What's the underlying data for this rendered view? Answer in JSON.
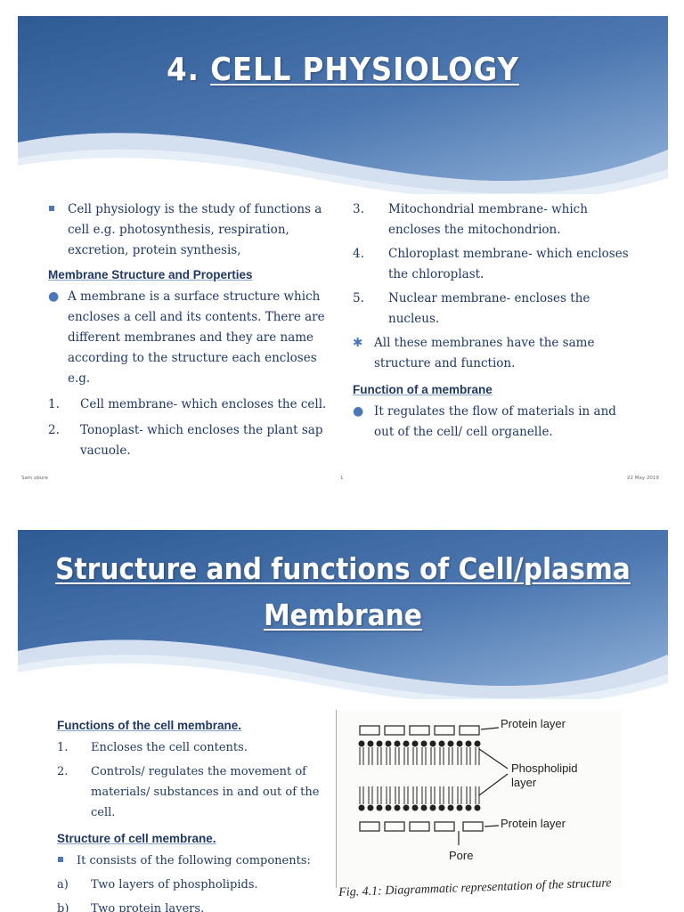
{
  "slide1": {
    "title_num": "4. ",
    "title": "CELL PHYSIOLOGY",
    "left": {
      "intro": "Cell physiology is the study of functions a cell e.g. photosynthesis, respiration, excretion, protein synthesis,",
      "heading": "Membrane Structure and Properties",
      "bullet": "A membrane is a surface structure which encloses a cell and its contents. There are different membranes and they are name according to the structure each encloses e.g.",
      "items": [
        {
          "n": "1.",
          "text": "Cell membrane- which encloses the cell."
        },
        {
          "n": "2.",
          "text": "Tonoplast- which encloses the plant sap vacuole."
        }
      ]
    },
    "right": {
      "items": [
        {
          "n": "3.",
          "text": "Mitochondrial membrane- which encloses the mitochondrion."
        },
        {
          "n": "4.",
          "text": "Chloroplast membrane- which encloses the chloroplast."
        },
        {
          "n": "5.",
          "text": "Nuclear membrane- encloses the nucleus."
        }
      ],
      "note": "All these membranes have the same structure and function.",
      "heading": "Function of a membrane",
      "bullet": "It regulates the flow of materials in and out of the cell/ cell organelle."
    },
    "footer": {
      "author": "Sam obure",
      "page": "1",
      "date": "22 May 2019"
    }
  },
  "slide2": {
    "title_line1": "Structure and functions of Cell/plasma",
    "title_line2": "Membrane",
    "heading1": "Functions of the cell membrane.",
    "functions": [
      {
        "n": "1.",
        "text": "Encloses the cell contents."
      },
      {
        "n": "2.",
        "text": "Controls/ regulates the movement of materials/ substances in and out of the cell."
      }
    ],
    "heading2": "Structure of cell membrane.",
    "intro": "It consists of the following components:",
    "components": [
      {
        "n": "a)",
        "text": "Two layers of phospholipids."
      },
      {
        "n": "b)",
        "text": "Two protein layers."
      }
    ],
    "figure": {
      "label_protein_top": "Protein layer",
      "label_phospholipid": "Phospholipid layer",
      "label_protein_bottom": "Protein layer",
      "label_pore": "Pore",
      "caption": "Fig. 4.1: Diagrammatic representation of the structure"
    }
  },
  "colors": {
    "banner_dark": "#2f5b95",
    "banner_light": "#7fa3cf",
    "text": "#1f3864",
    "bullet": "#4a78b8"
  }
}
